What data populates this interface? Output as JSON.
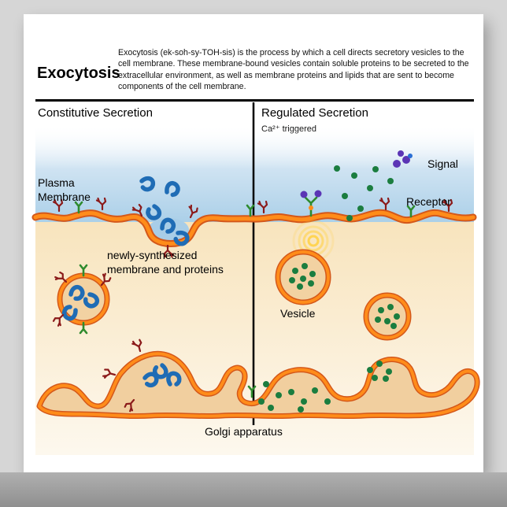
{
  "header": {
    "title": "Exocytosis",
    "description": "Exocytosis (ek-soh-sy-TOH-sis) is the process by which a cell directs secretory vesicles to the cell membrane. These membrane-bound vesicles contain soluble proteins to be secreted to the extracellular environment, as well as membrane proteins and lipids that are sent to become components of the cell membrane."
  },
  "sections": {
    "left_heading": "Constitutive Secretion",
    "right_heading": "Regulated Secretion",
    "right_subheading": "Ca²⁺ triggered"
  },
  "labels": {
    "plasma_membrane": "Plasma\nMembrane",
    "newly_synthesized": "newly-synthesized\nmembrane and proteins",
    "vesicle": "Vesicle",
    "golgi": "Golgi apparatus",
    "signal": "Signal",
    "receptor": "Receptor"
  },
  "colors": {
    "membrane_orange": "#ff8c1a",
    "membrane_outline": "#d4581a",
    "cytoplasm_tan": "#f6e3bd",
    "extracellular_blue": "#aacfe8",
    "vesicle_fill": "#f2d2a2",
    "protein_blue": "#1f6cb5",
    "molecule_green": "#1b7d3f",
    "receptor_green": "#2e8b2e",
    "glycoprotein_red": "#8b1a1a",
    "signal_purple": "#5b35b5",
    "burst_yellow": "#ffd34d"
  }
}
